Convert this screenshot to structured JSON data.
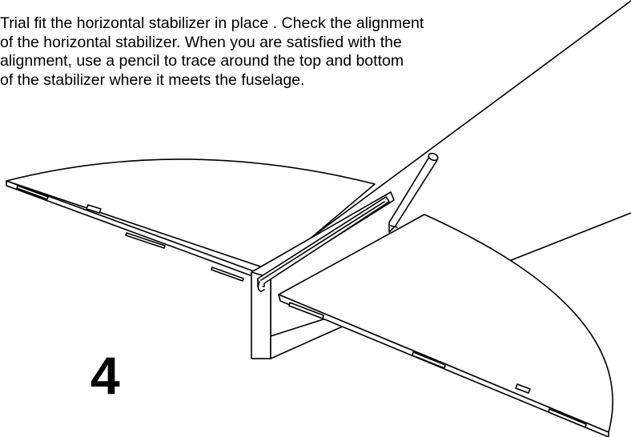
{
  "instruction": {
    "lines": [
      "Trial fit the horizontal stabilizer in place . Check the alignment",
      "of the horizontal stabilizer. When you are satisfied with the",
      "alignment, use a pencil to trace around the top and bottom",
      "of the stabilizer where it meets the fuselage."
    ]
  },
  "step": {
    "number": "4"
  },
  "colors": {
    "ink": "#000000",
    "paper": "#ffffff"
  },
  "icons": {
    "pencil": "pencil-icon"
  }
}
